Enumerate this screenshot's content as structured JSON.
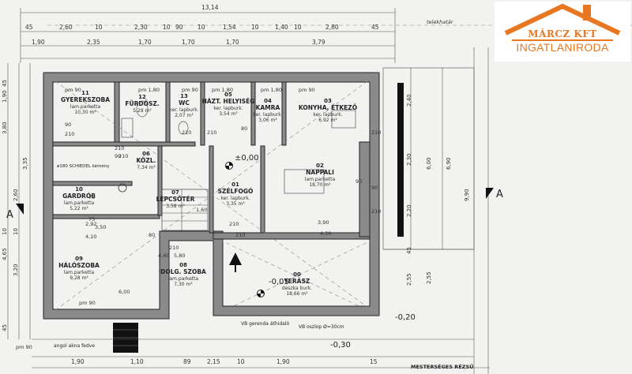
{
  "logo": {
    "line1": "MÁRCZ KFT",
    "line2": "INGATLANIRODA",
    "color": "#e87722"
  },
  "top_dims": {
    "overall": "13,14",
    "row1": [
      "45",
      "2,60",
      "10",
      "2,30",
      "10",
      "90",
      "10",
      "1,54",
      "10",
      "1,40",
      "10",
      "2,80",
      "45"
    ],
    "row2": [
      "1,90",
      "2,35",
      "1,70",
      "1,70",
      "1,70",
      "3,79"
    ],
    "boundary_label": "telekhatár"
  },
  "openings": {
    "pm90": "pm 90",
    "pm180": "pm 1,80"
  },
  "rooms": [
    {
      "num": "11",
      "name": "GYEREKSZOBA",
      "floor": "lam.parketta",
      "area": "10,30 m²"
    },
    {
      "num": "12",
      "name": "FÜRDŐSZ.",
      "floor": "",
      "area": "5,29 m²"
    },
    {
      "num": "13",
      "name": "WC",
      "floor": "ker. lapburk.",
      "area": "2,07 m²"
    },
    {
      "num": "05",
      "name": "HÁZT. HELYISÉG",
      "floor": "ker. lapburk.",
      "area": "3,54 m²"
    },
    {
      "num": "04",
      "name": "KAMRA",
      "floor": "ker. lapburk.",
      "area": "3,06 m²"
    },
    {
      "num": "03",
      "name": "KONYHA, ÉTKEZŐ",
      "floor": "ker. lapburk.",
      "area": "6,92 m²"
    },
    {
      "num": "06",
      "name": "KÖZL.",
      "floor": "",
      "area": "7,34 m²"
    },
    {
      "num": "01",
      "name": "SZÉLFOGÓ",
      "floor": "ker. lapburk.",
      "area": "3,35 m²"
    },
    {
      "num": "02",
      "name": "NAPPALI",
      "floor": "lam.parketta",
      "area": "18,70 m²"
    },
    {
      "num": "10",
      "name": "GARDRÓB",
      "floor": "lam.parketta",
      "area": "5,22 m²"
    },
    {
      "num": "07",
      "name": "LÉPCSŐTÉR",
      "floor": "",
      "area": "3,58 m²"
    },
    {
      "num": "09",
      "name": "HÁLÓSZOBA",
      "floor": "lam.parketta",
      "area": "9,28 m²"
    },
    {
      "num": "08",
      "name": "DOLG. SZOBA",
      "floor": "lam.parketta",
      "area": "7,30 m²"
    },
    {
      "num": "00",
      "name": "TERASZ",
      "floor": "deszka burk.",
      "area": "18,66 m²"
    }
  ],
  "levels": {
    "main": "±0,00",
    "terrace": "-0,05",
    "outside1": "-0,20",
    "outside2": "-0,30"
  },
  "notes": {
    "chimney": "ø180 SCHIEDEL kémény",
    "beam": "VB gerenda áthidaló",
    "column": "VB oszlop Ø=30cm",
    "window_well": "angol akna fedve",
    "fence": "MESTERSÉGES RÉZSŰ"
  },
  "section_marks": [
    "A",
    "A"
  ],
  "left_dims": [
    "45",
    "1,90",
    "3,80",
    "3,35",
    "2,60",
    "10",
    "10",
    "4,65",
    "3,20",
    "45"
  ],
  "right_dims": [
    "2,40",
    "2,30",
    "2,20",
    "45",
    "2,55",
    "6,00",
    "6,90",
    "9,90",
    "2,55"
  ],
  "inner_dims": [
    "90",
    "210",
    "90",
    "210",
    "70",
    "210",
    "75",
    "210",
    "210",
    "80",
    "210",
    "4,10",
    "6,00",
    "3,90",
    "4,30",
    "3,50",
    "4,40",
    "5,80",
    "80",
    "210",
    "210",
    "90",
    "210",
    "90",
    "210",
    "2,92",
    "1,60"
  ],
  "bottom_dims": [
    "1,90",
    "1,10",
    "89",
    "2,15",
    "10",
    "1,90",
    "15"
  ]
}
